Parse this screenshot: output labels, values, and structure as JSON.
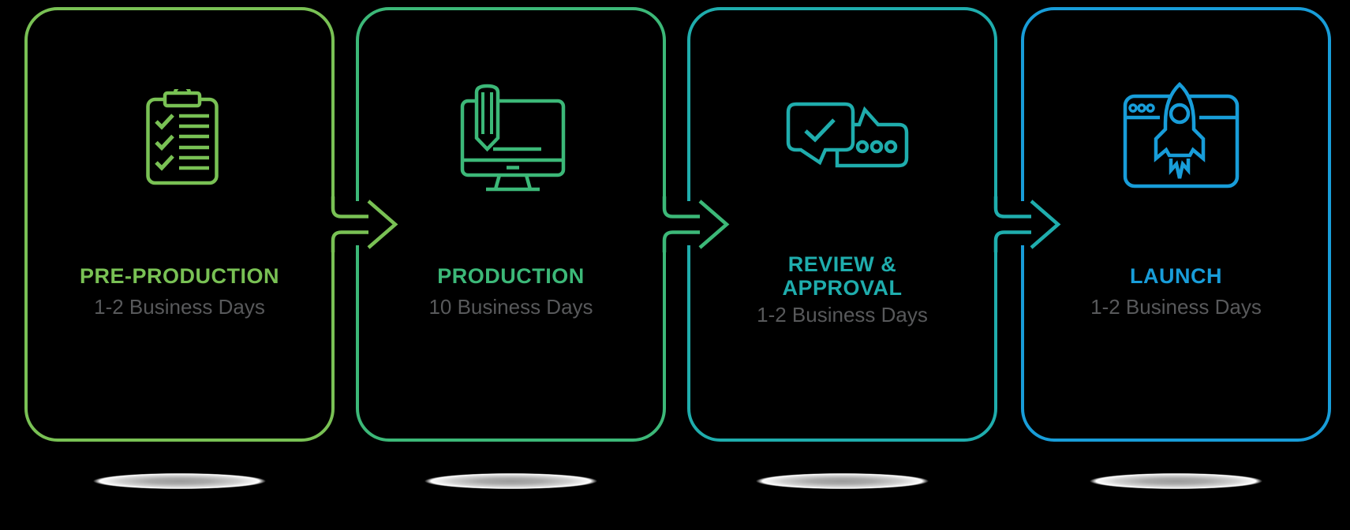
{
  "figure": {
    "background_color": "#000000",
    "duration_text_color": "#58595B",
    "flow_direction": "left-to-right"
  },
  "steps": [
    {
      "title": "PRE-PRODUCTION",
      "duration": "1-2 Business Days",
      "color": "#79C154",
      "icon": "clipboard-checklist-icon"
    },
    {
      "title": "PRODUCTION",
      "duration": "10 Business Days",
      "color": "#3CB878",
      "icon": "monitor-pencil-icon"
    },
    {
      "title": "REVIEW &\nAPPROVAL",
      "duration": "1-2 Business Days",
      "color": "#1FADAD",
      "icon": "chat-approval-icon"
    },
    {
      "title": "LAUNCH",
      "duration": "1-2 Business Days",
      "color": "#189DD9",
      "icon": "rocket-browser-icon"
    }
  ],
  "connectors": [
    {
      "from": "PRE-PRODUCTION",
      "to": "PRODUCTION",
      "shape": "right-arrow"
    },
    {
      "from": "PRODUCTION",
      "to": "REVIEW & APPROVAL",
      "shape": "right-arrow"
    },
    {
      "from": "REVIEW & APPROVAL",
      "to": "LAUNCH",
      "shape": "right-arrow"
    }
  ]
}
